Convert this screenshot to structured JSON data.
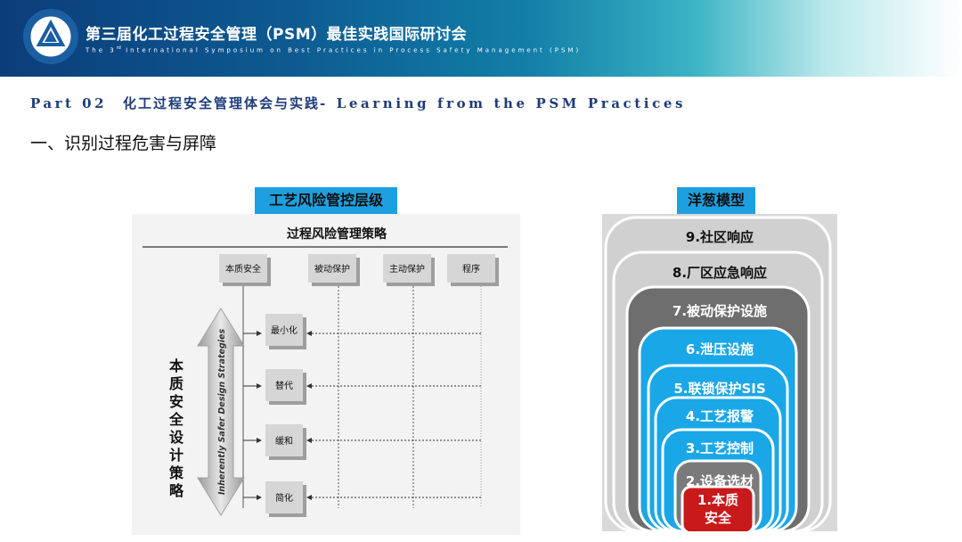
{
  "header": {
    "title": "第三届化工过程安全管理（PSM）最佳实践国际研讨会",
    "subtitle_prefix": "The 3",
    "subtitle_sup": "rd",
    "subtitle_rest": " International Symposium on Best Practices in Process Safety Management (PSM)"
  },
  "part": {
    "en_label": "Part 02",
    "cn_title": "化工过程安全管理体会与实践",
    "en_tail": "- Learning from the PSM Practices"
  },
  "section_title": "一、识别过程危害与屏障",
  "left": {
    "label": "工艺风险管控层级",
    "strategy_title": "过程风险管理策略",
    "top_boxes": [
      "本质安全",
      "被动保护",
      "主动保护",
      "程序"
    ],
    "strategies": [
      "最小化",
      "替代",
      "缓和",
      "简化"
    ],
    "vertical_cn": "本质安全设计策略",
    "vertical_en": "Inherently Safer Design Strategies"
  },
  "right": {
    "label": "洋葱模型",
    "layers": [
      {
        "text": "9.社区响应",
        "color": "#d0d0d0"
      },
      {
        "text": "8.厂区应急响应",
        "color": "#d0d0d0"
      },
      {
        "text": "7.被动保护设施",
        "color": "#6e6e6e"
      },
      {
        "text": "6.泄压设施",
        "color": "#1aa7e8"
      },
      {
        "text": "5.联锁保护SIS",
        "color": "#1aa7e8"
      },
      {
        "text": "4.工艺报警",
        "color": "#1aa7e8"
      },
      {
        "text": "3.工艺控制",
        "color": "#1aa7e8"
      },
      {
        "text": "2.设备选材",
        "color": "#7a7a7a"
      },
      {
        "text": "1.本质安全",
        "color": "#c8191b"
      }
    ]
  }
}
